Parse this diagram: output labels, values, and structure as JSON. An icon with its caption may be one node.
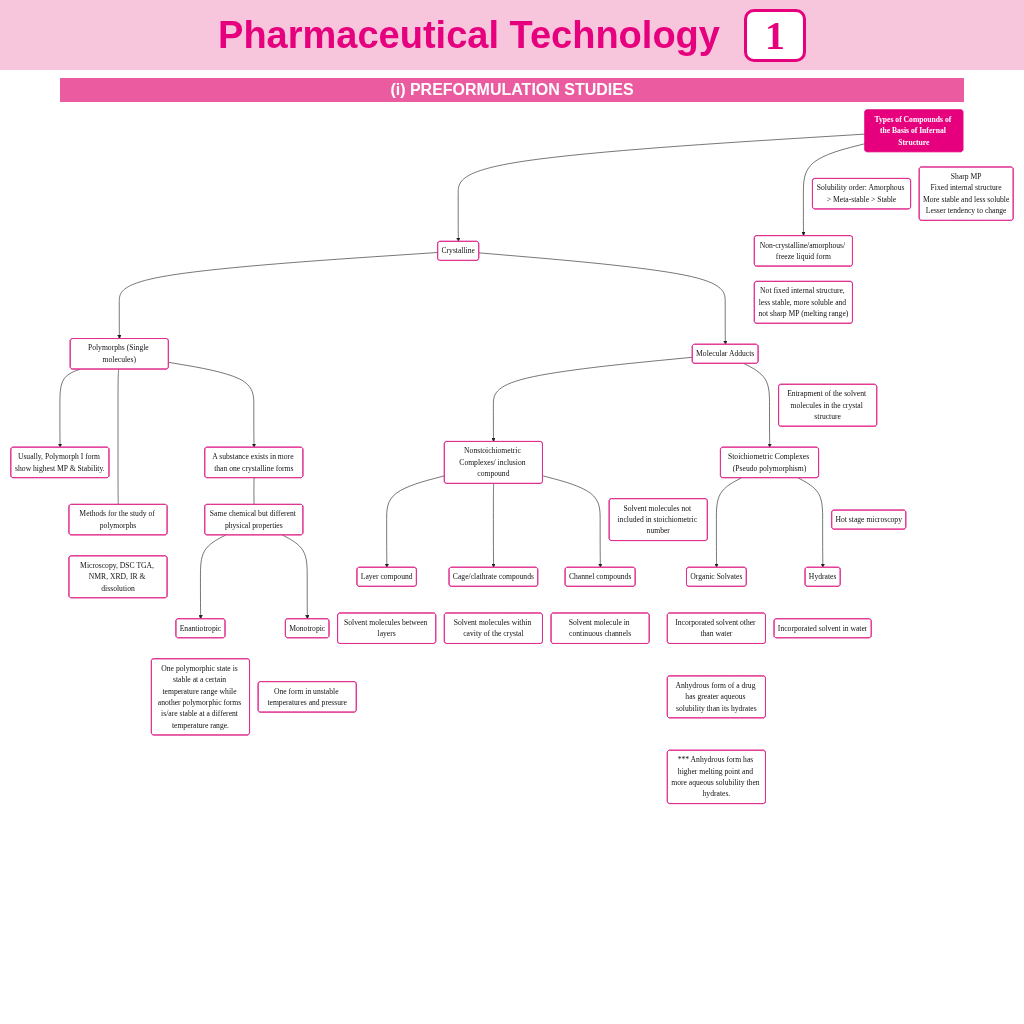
{
  "diagram": {
    "title": "Pharmaceutical Technology",
    "nodes": [
      {
        "text": [
          "Types of Compounds of the Basis of Infernal Structure"
        ]
      },
      {
        "text": [
          "Solubility order: Amorphous > Meta-stable > Stable"
        ]
      },
      {
        "text": [
          "Crystalline"
        ]
      },
      {
        "text": [
          "Sharp MP",
          "Fixed internal structure",
          "More stable and less soluble",
          "Lesser tendency to change"
        ]
      },
      {
        "text": [
          "Non-crystalline/amorphous/ freeze liquid form"
        ]
      },
      {
        "text": [
          "Not fixed internal structure, less stable, more soluble and not sharp MP (melting range)"
        ]
      },
      {
        "text": [
          "Usually, Polymorph I form show highest MP & Stability."
        ]
      },
      {
        "text": [
          "Polymorphs (Single molecules)"
        ]
      },
      {
        "text": [
          "Methods for the study of polymorphs"
        ]
      },
      {
        "text": [
          "Molecular Adducts"
        ]
      },
      {
        "text": [
          "Microscopy, DSC TGA, NMR, XRD, IR & dissolution"
        ]
      },
      {
        "text": [
          "Entrapment of the solvent molecules in the crystal structure"
        ]
      },
      {
        "text": [
          "A substance exists in more than one crystalline forms"
        ]
      },
      {
        "text": [
          "Same chemical but different physical properties"
        ]
      },
      {
        "text": [
          "Nonstoichiometric Complexes/ inclusion compound"
        ]
      },
      {
        "text": [
          "Stoichiometric Complexes (Pseudo polymorphism)"
        ]
      },
      {
        "text": [
          "Enantiotropic"
        ]
      },
      {
        "text": [
          "Monotropic"
        ]
      },
      {
        "text": [
          "Solvent molecules not included in stoichiometric number"
        ]
      },
      {
        "text": [
          "Hot stage microscopy"
        ]
      },
      {
        "text": [
          "One polymorphic state is stable at a certain temperature range while another polymorphic forms is/are stable at a different temperature range."
        ]
      },
      {
        "text": [
          "One form in unstable temperatures and pressure"
        ]
      },
      {
        "text": [
          "Organic Solvates"
        ]
      },
      {
        "text": [
          "Hydrates"
        ]
      },
      {
        "text": [
          "Incorporated solvent other than water"
        ]
      },
      {
        "text": [
          "Incorporated solvent in water"
        ]
      },
      {
        "text": [
          "Layer compound"
        ]
      },
      {
        "text": [
          "Cage/clathrate compounds"
        ]
      },
      {
        "text": [
          "Channel compounds"
        ]
      },
      {
        "text": [
          "Anhydrous form of a drug has greater aqueous solubility than its hydrates"
        ]
      },
      {
        "text": [
          "Solvent molecules between layers"
        ]
      },
      {
        "text": [
          "Solvent molecules within cavity of the crystal"
        ]
      },
      {
        "text": [
          "Solvent molecule in continuous channels"
        ]
      },
      {
        "text": [
          "*** Anhydrous form has higher melting point and more aqueous solubility then hydrates."
        ]
      }
    ],
    "edges": [
      {
        "from": 0,
        "to": 2,
        "arrow": "to"
      },
      {
        "from": 0,
        "to": 4,
        "arrow": "to"
      },
      {
        "from": 2,
        "to": 7,
        "arrow": "to"
      },
      {
        "from": 2,
        "to": 9,
        "arrow": "to"
      },
      {
        "from": 7,
        "to": 6,
        "arrow": "to"
      },
      {
        "from": 7,
        "to": 8,
        "arrow": "none"
      },
      {
        "from": 7,
        "to": 12,
        "arrow": "to"
      },
      {
        "from": 12,
        "to": 13,
        "arrow": "none"
      },
      {
        "from": 13,
        "to": 16,
        "arrow": "to"
      },
      {
        "from": 13,
        "to": 17,
        "arrow": "to"
      },
      {
        "from": 9,
        "to": 14,
        "arrow": "to"
      },
      {
        "from": 9,
        "to": 15,
        "arrow": "to"
      },
      {
        "from": 14,
        "to": 26,
        "arrow": "to"
      },
      {
        "from": 14,
        "to": 27,
        "arrow": "to"
      },
      {
        "from": 14,
        "to": 28,
        "arrow": "to"
      },
      {
        "from": 15,
        "to": 22,
        "arrow": "to"
      },
      {
        "from": 15,
        "to": 23,
        "arrow": "to"
      }
    ],
    "labels": [
      "1",
      "(i) PREFORMULATION STUDIES"
    ]
  }
}
